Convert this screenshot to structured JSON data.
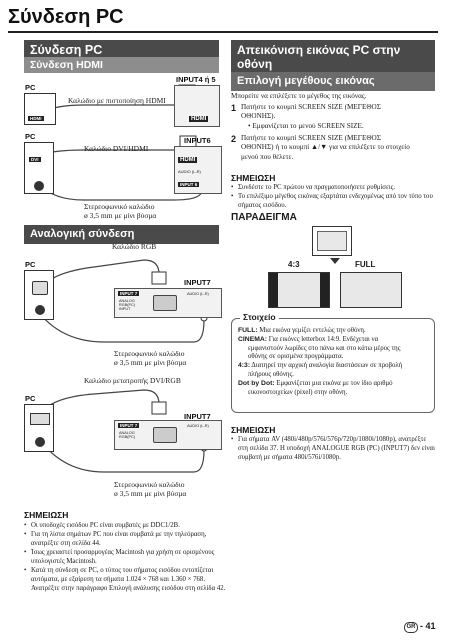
{
  "page_title": "Σύνδεση PC",
  "left": {
    "header": "Σύνδεση PC",
    "hdmi": {
      "subheader": "Σύνδεση HDMI",
      "pc_label": "PC",
      "pc_port": "HDMI",
      "input_label": "INPUT4 ή 5",
      "hdmi_logo": "HDMI",
      "cable_label": "Καλώδιο με πιστοποίηση HDMI"
    },
    "dvi": {
      "pc_label": "PC",
      "pc_port": "DVI",
      "input_label": "INPUT6",
      "hdmi_logo": "HDMI",
      "audio_port": "AUDIO (L-R)",
      "input_port": "INPUT 6",
      "cable_label": "Καλώδιο DVI/HDMI",
      "audio_cable": [
        "Στερεοφωνικό καλώδιο",
        "ø 3,5 mm με μίνι βύσμα"
      ]
    },
    "analog": {
      "subheader": "Αναλογική σύνδεση",
      "rgb": {
        "pc_label": "PC",
        "cable_label": "Καλώδιο RGB",
        "input_label": "INPUT7",
        "tv_port": "INPUT 7",
        "analog_port": [
          "ANALOG",
          "RGB(PC)",
          "INPUT"
        ],
        "audio_port": "AUDIO (L-R)",
        "audio_cable": [
          "Στερεοφωνικό καλώδιο",
          "ø 3,5 mm με μίνι βύσμα"
        ]
      },
      "dvi_rgb": {
        "pc_label": "PC",
        "adapter_label": "Καλώδιο μετατροπής DVI/RGB",
        "input_label": "INPUT7",
        "tv_port": "INPUT 7",
        "analog_port": [
          "ANALOG",
          "RGB(PC)"
        ],
        "audio_port": "AUDIO (L-R)",
        "audio_cable": [
          "Στερεοφωνικό καλώδιο",
          "ø 3,5 mm με μίνι βύσμα"
        ]
      }
    },
    "note": {
      "title": "ΣΗΜΕΙΩΣΗ",
      "items": [
        "Οι υποδοχές εισόδου PC είναι συμβατές με DDC1/2B.",
        "Για τη λίστα σημάτων PC που είναι συμβατά με την τηλεόραση, ανατρέξτε στη σελίδα 44.",
        "Ίσως χρειαστεί προσαρμογέας Macintosh για χρήση σε ορισμένους υπολογιστές Macintosh.",
        "Κατά τη σύνδεση σε PC, ο τύπος του σήματος εισόδου εντοπίζεται αυτόματα, με εξαίρεση τα σήματα 1.024 × 768 και 1.360 × 768. Ανατρέξτε στην παράγραφο Επιλογή ανάλυσης εισόδου στη σελίδα 42."
      ]
    }
  },
  "right": {
    "header": "Απεικόνιση εικόνας PC στην οθόνη",
    "subheader": "Επιλογή μεγέθους εικόνας",
    "intro": "Μπορείτε να επιλέξετε το μέγεθος της εικόνας.",
    "steps": [
      {
        "num": "1",
        "line1": "Πατήστε το κουμπί SCREEN SIZE (ΜΕΓΕΘΟΣ",
        "line2": "ΟΘΟΝΗΣ).",
        "bullet": "Εμφανίζεται το μενού SCREEN SIZE."
      },
      {
        "num": "2",
        "line1": "Πατήστε το κουμπί SCREEN SIZE (ΜΕΓΕΘΟΣ",
        "line2": "ΟΘΟΝΗΣ) ή το κουμπί ▲/▼ για να επιλέξετε το στοιχείο",
        "line3": "μενού που θέλετε."
      }
    ],
    "note1": {
      "title": "ΣΗΜΕΙΩΣΗ",
      "items": [
        "Συνδέστε το PC πρώτου να πραγματοποιήσετε ρυθμίσεις.",
        "Το επιλέξιμο μέγεθος εικόνας εξαρτάται ενδεχομένως από τον τύπο του σήματος εισόδου."
      ]
    },
    "example_title": "ΠΑΡΑΔΕΙΓΜΑ",
    "examples": [
      "4:3",
      "FULL"
    ],
    "stoixeia": {
      "title": "Στοιχείο",
      "defs": [
        {
          "term": "FULL:",
          "text": [
            "Μια εικόνα γεμίζει εντελώς την οθόνη."
          ]
        },
        {
          "term": "CINEMA:",
          "text": [
            "Για εικόνες letterbox 14:9. Ενδέχεται να",
            "εμφανιστούν λωρίδες στο πάνω και στο κάτω μέρος της",
            "οθόνης σε ορισμένα προγράμματα."
          ]
        },
        {
          "term": "4:3:",
          "text": [
            "Διατηρεί την αρχική αναλογία διαστάσεων σε προβολή",
            "πλήρους οθόνης."
          ]
        },
        {
          "term": "Dot by Dot:",
          "text": [
            "Εμφανίζεται μια εικόνα με τον ίδιο αριθμό",
            "εικονοστοιχείων (pixel) στην οθόνη."
          ]
        }
      ]
    },
    "note2": {
      "title": "ΣΗΜΕΙΩΣΗ",
      "items": [
        "Για σήματα AV (480i/480p/576i/576p/720p/1080i/1080p), ανατρέξτε στη σελίδα 37. Η υποδοχή ANALOGUE RGB (PC) (INPUT7) δεν είναι συμβατή με σήματα 480i/576i/1080p."
      ]
    }
  },
  "footer": {
    "lang_badge": "GR",
    "page_number": "- 41"
  }
}
